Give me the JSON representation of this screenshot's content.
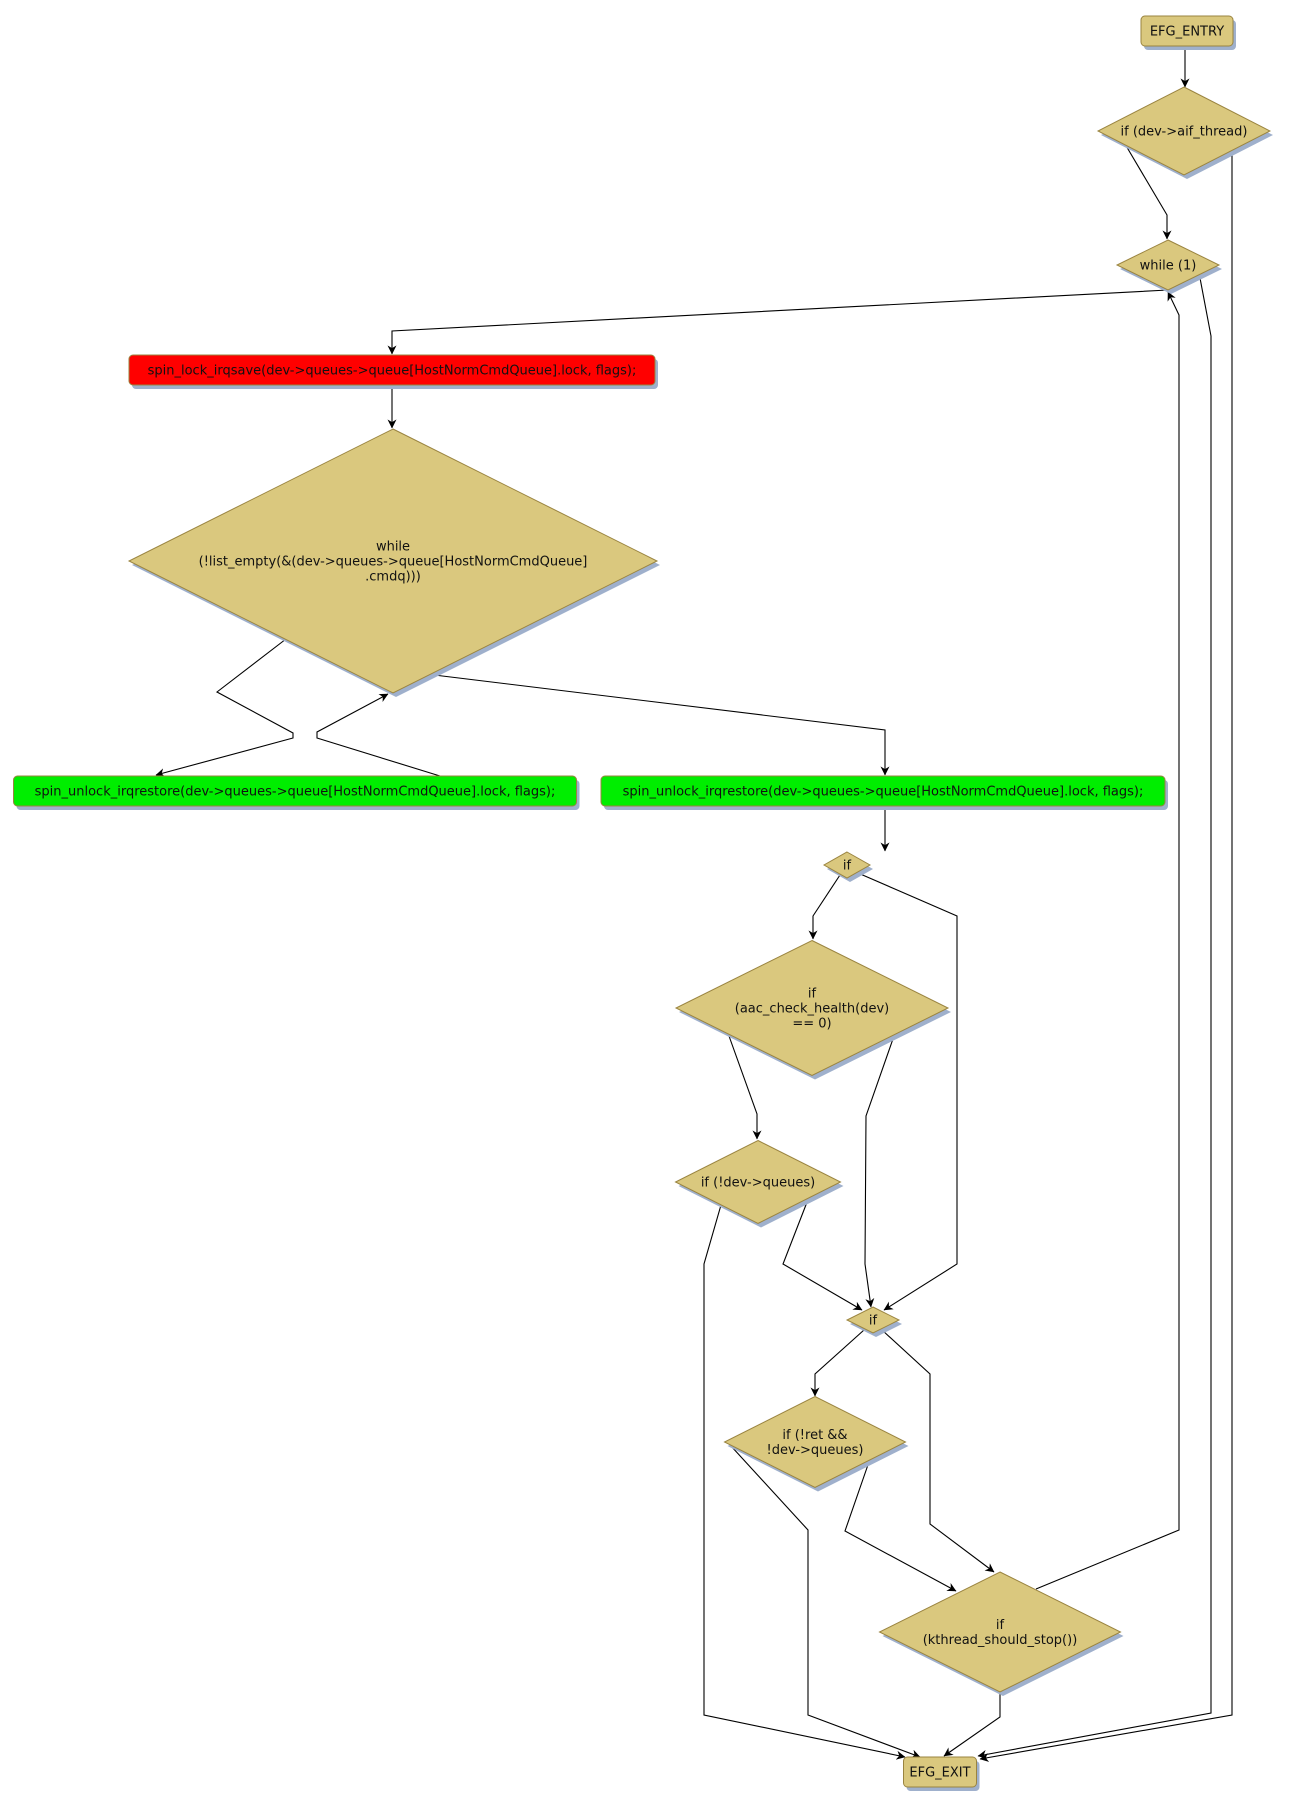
{
  "diagram": {
    "type": "control-flow-graph",
    "colors": {
      "node_fill": "#dac87e",
      "node_border": "#9a8440",
      "shadow": "#9fb0cc",
      "lock_fill": "#ff0000",
      "unlock_fill": "#00ee00",
      "edge": "#000000"
    },
    "nodes": [
      {
        "id": "entry",
        "kind": "terminal",
        "lines": [
          "EFG_ENTRY"
        ]
      },
      {
        "id": "if_aif",
        "kind": "decision",
        "lines": [
          "if (dev->aif_thread)"
        ]
      },
      {
        "id": "while1",
        "kind": "decision",
        "lines": [
          "while (1)"
        ]
      },
      {
        "id": "lock",
        "kind": "lock",
        "lines": [
          "spin_lock_irqsave(dev->queues->queue[HostNormCmdQueue].lock, flags);"
        ]
      },
      {
        "id": "while_list",
        "kind": "decision",
        "lines": [
          "while",
          "(!list_empty(&(dev->queues->queue[HostNormCmdQueue]",
          ".cmdq)))"
        ]
      },
      {
        "id": "unlock_left",
        "kind": "unlock",
        "lines": [
          "spin_unlock_irqrestore(dev->queues->queue[HostNormCmdQueue].lock, flags);"
        ]
      },
      {
        "id": "unlock_right",
        "kind": "unlock",
        "lines": [
          "spin_unlock_irqrestore(dev->queues->queue[HostNormCmdQueue].lock, flags);"
        ]
      },
      {
        "id": "if_a",
        "kind": "decision",
        "lines": [
          "if"
        ]
      },
      {
        "id": "if_health",
        "kind": "decision",
        "lines": [
          "if",
          "(aac_check_health(dev)",
          "== 0)"
        ]
      },
      {
        "id": "if_queues",
        "kind": "decision",
        "lines": [
          "if (!dev->queues)"
        ]
      },
      {
        "id": "if_b",
        "kind": "decision",
        "lines": [
          "if"
        ]
      },
      {
        "id": "if_ret",
        "kind": "decision",
        "lines": [
          "if (!ret &&",
          "!dev->queues)"
        ]
      },
      {
        "id": "if_stop",
        "kind": "decision",
        "lines": [
          "if",
          "(kthread_should_stop())"
        ]
      },
      {
        "id": "exit",
        "kind": "terminal",
        "lines": [
          "EFG_EXIT"
        ]
      }
    ],
    "edges": [
      {
        "from": "entry",
        "to": "if_aif"
      },
      {
        "from": "if_aif",
        "to": "while1"
      },
      {
        "from": "if_aif",
        "to": "exit"
      },
      {
        "from": "while1",
        "to": "lock"
      },
      {
        "from": "while1",
        "to": "exit"
      },
      {
        "from": "lock",
        "to": "while_list"
      },
      {
        "from": "while_list",
        "to": "unlock_left"
      },
      {
        "from": "unlock_left",
        "to": "while_list"
      },
      {
        "from": "while_list",
        "to": "unlock_right"
      },
      {
        "from": "unlock_right",
        "to": "if_a"
      },
      {
        "from": "if_a",
        "to": "if_health"
      },
      {
        "from": "if_a",
        "to": "if_b"
      },
      {
        "from": "if_health",
        "to": "if_queues"
      },
      {
        "from": "if_health",
        "to": "if_b"
      },
      {
        "from": "if_queues",
        "to": "exit"
      },
      {
        "from": "if_queues",
        "to": "if_b"
      },
      {
        "from": "if_b",
        "to": "if_ret"
      },
      {
        "from": "if_b",
        "to": "if_stop"
      },
      {
        "from": "if_ret",
        "to": "exit"
      },
      {
        "from": "if_ret",
        "to": "if_stop"
      },
      {
        "from": "if_stop",
        "to": "while1"
      },
      {
        "from": "if_stop",
        "to": "exit"
      }
    ]
  }
}
